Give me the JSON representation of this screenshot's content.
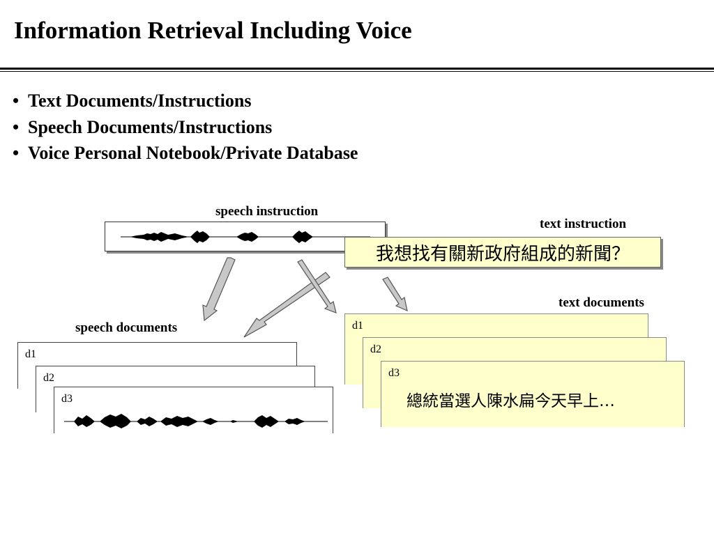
{
  "title": "Information Retrieval Including Voice",
  "bullets": [
    "Text Documents/Instructions",
    "Speech Documents/Instructions",
    "Voice Personal Notebook/Private Database"
  ],
  "bullet_symbol": "•",
  "labels": {
    "speech_instruction": "speech instruction",
    "text_instruction": "text instruction",
    "text_documents": "text documents",
    "speech_documents": "speech documents"
  },
  "text_instruction_content": "我想找有關新政府組成的新聞？",
  "speech_docs": [
    "d1",
    "d2",
    "d3"
  ],
  "text_docs": [
    "d1",
    "d2",
    "d3"
  ],
  "text_doc_content": "總統當選人陳水扁今天早上…",
  "colors": {
    "doc_fill": "#ffffcc",
    "arrow_fill": "#c8c8c8",
    "rule": "#000000"
  }
}
